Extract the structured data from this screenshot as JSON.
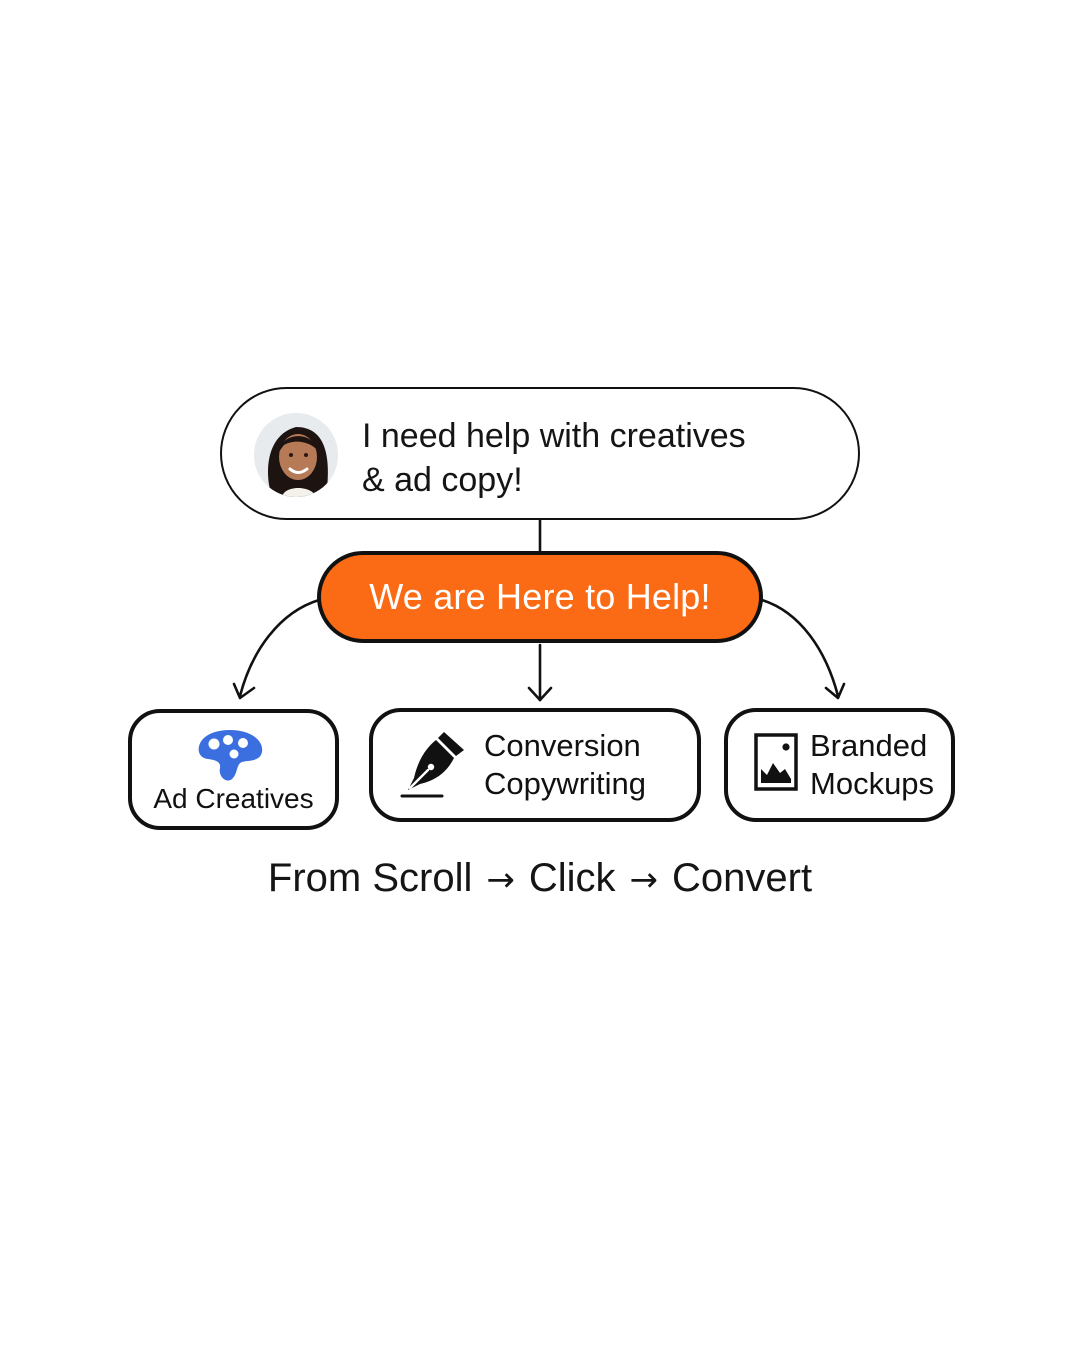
{
  "request": {
    "line1": "I need help with creatives",
    "line2": "& ad copy!"
  },
  "help": {
    "label": "We are Here to Help!"
  },
  "services": {
    "ad_creatives": {
      "label": "Ad Creatives",
      "icon": "palette-icon"
    },
    "copywriting": {
      "line1": "Conversion",
      "line2": "Copywriting",
      "icon": "pen-nib-icon"
    },
    "mockups": {
      "line1": "Branded",
      "line2": "Mockups",
      "icon": "image-icon"
    }
  },
  "tagline": {
    "step1": "From Scroll",
    "arrow": "→",
    "step2": "Click",
    "step3": "Convert"
  },
  "colors": {
    "accent": "#fb6a14",
    "palette_blue": "#3b6fe0",
    "outline": "#111111",
    "background": "#ffffff"
  }
}
